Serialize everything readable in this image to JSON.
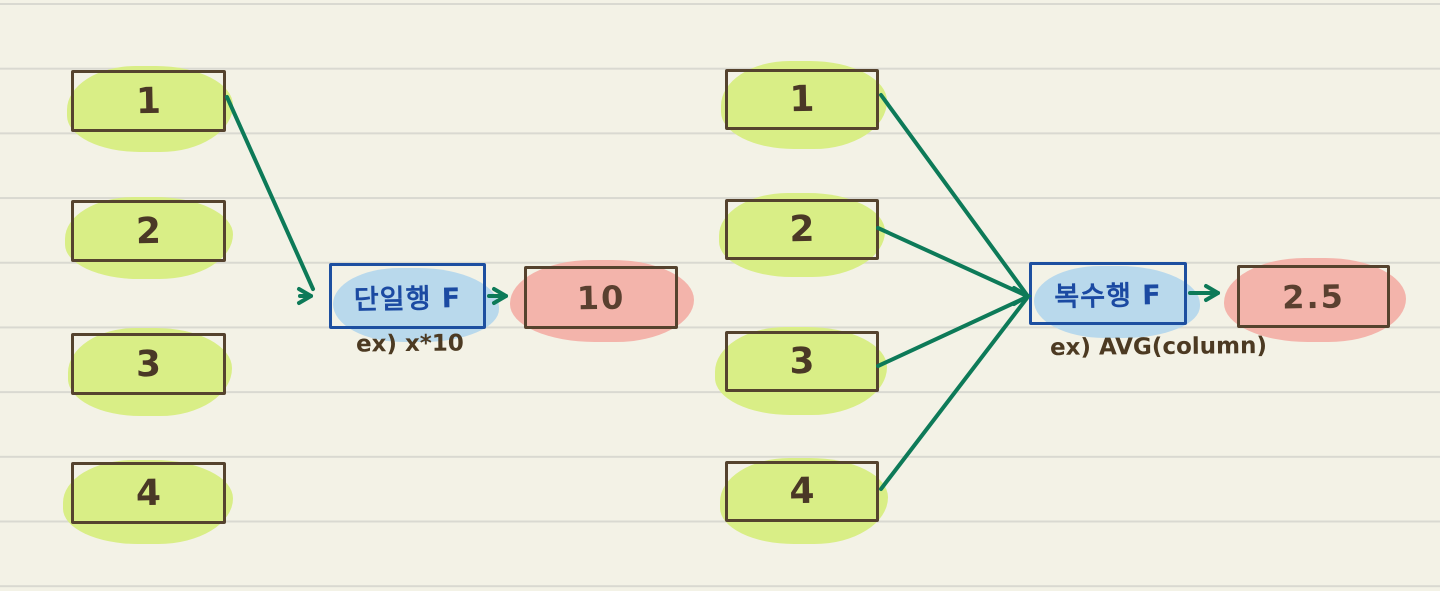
{
  "diagram": {
    "title_hint": "single-row vs multi-row function note",
    "left": {
      "inputs": [
        "1",
        "2",
        "3",
        "4"
      ],
      "function_label": "단일행 F",
      "example_label": "ex) x*10",
      "output": "10"
    },
    "right": {
      "inputs": [
        "1",
        "2",
        "3",
        "4"
      ],
      "function_label": "복수행 F",
      "example_label": "ex) AVG(column)",
      "output": "2.5"
    },
    "colors": {
      "background": "#f3f2e6",
      "ruled_line": "#d9d9d1",
      "box_border_brown": "#55432e",
      "box_border_blue": "#1d4fa0",
      "highlight_green": "#d9ee86",
      "highlight_blue": "#b9d9ec",
      "highlight_pink": "#f3b4ab",
      "ink_brown": "#4a3826",
      "ink_blue": "#1b4aa2",
      "arrow_green": "#0d7a58"
    }
  }
}
